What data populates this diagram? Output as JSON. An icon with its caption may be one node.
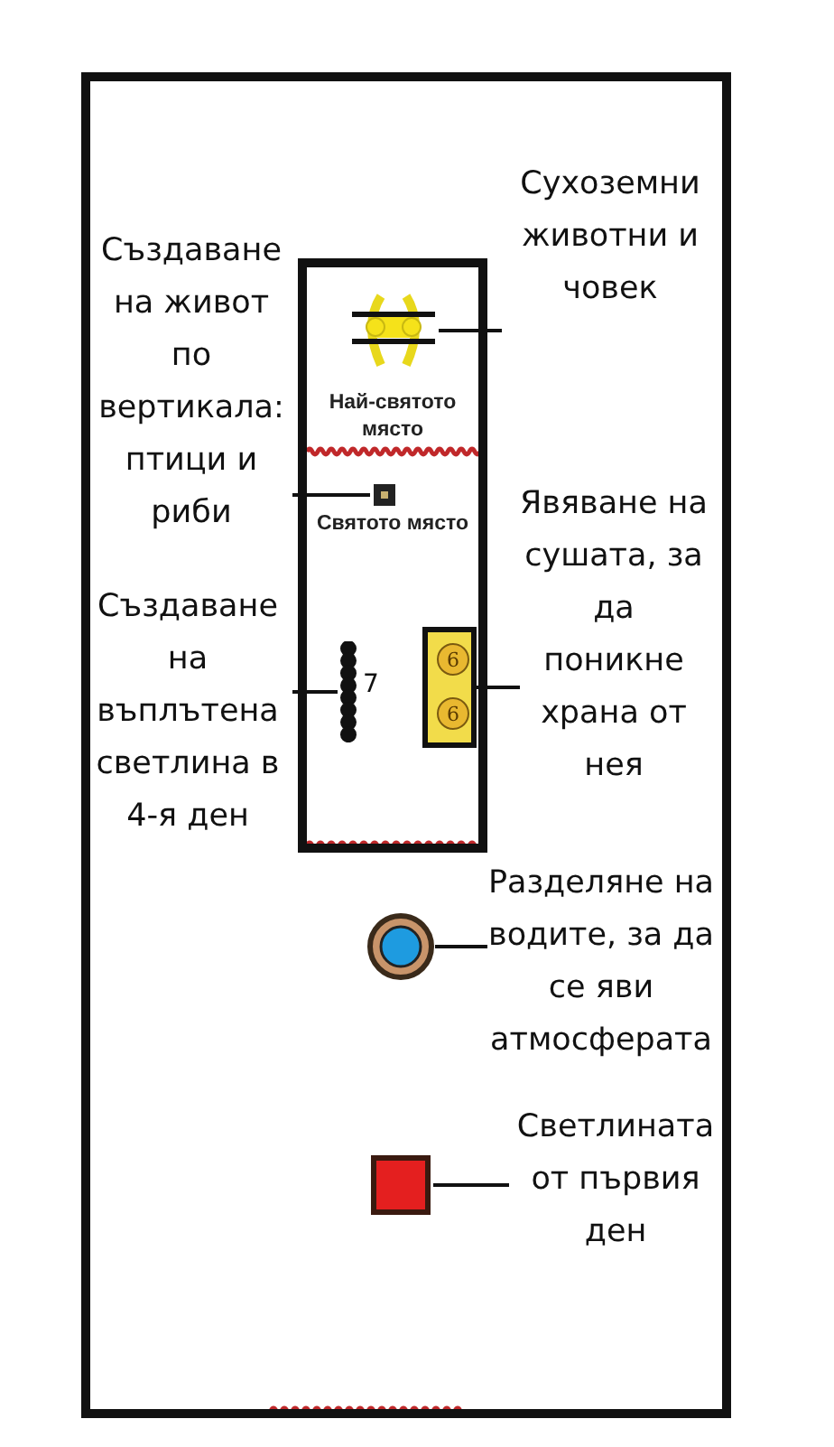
{
  "diagram": {
    "nodes": [
      {
        "text": [],
        "shape": "box"
      },
      {
        "text": [],
        "shape": "box",
        "in": 0
      },
      {
        "text": [
          "Най-святото място"
        ],
        "in": 1
      },
      {
        "text": [
          "Святото място"
        ],
        "in": 1
      },
      {
        "text": [],
        "shape": "picture",
        "in": 2
      },
      {
        "text": [],
        "shape": "box",
        "in": 3
      },
      {
        "text": [],
        "shape": "bar",
        "in": 3,
        "beside": [
          "7"
        ]
      },
      {
        "text": [
          "6",
          "6"
        ],
        "in": 3
      },
      {
        "text": [],
        "shape": "circle",
        "in": 0
      },
      {
        "text": [],
        "shape": "box",
        "in": 0
      },
      {
        "text": [
          "Сухоземни животни и човек"
        ],
        "in": 0
      },
      {
        "text": [
          "Създаване на живот по вертикала: птици и риби"
        ],
        "in": 0
      },
      {
        "text": [
          "Явяване на сушата, за да поникне храна от нея"
        ],
        "in": 0
      },
      {
        "text": [
          "Създаване на въплътена светлина в 4-я ден"
        ],
        "in": 0
      },
      {
        "text": [
          "Разделяне на водите, за да се яви атмосферата"
        ],
        "in": 0
      },
      {
        "text": [
          "Светлината от първия ден"
        ],
        "in": 0
      }
    ],
    "edges": [
      {
        "from": 10,
        "to": 4,
        "arrow": "none"
      },
      {
        "from": 11,
        "to": 5,
        "arrow": "none"
      },
      {
        "from": 12,
        "to": 7,
        "arrow": "none"
      },
      {
        "from": 13,
        "to": 6,
        "arrow": "none"
      },
      {
        "from": 14,
        "to": 8,
        "arrow": "none"
      },
      {
        "from": 15,
        "to": 9,
        "arrow": "none"
      }
    ]
  }
}
